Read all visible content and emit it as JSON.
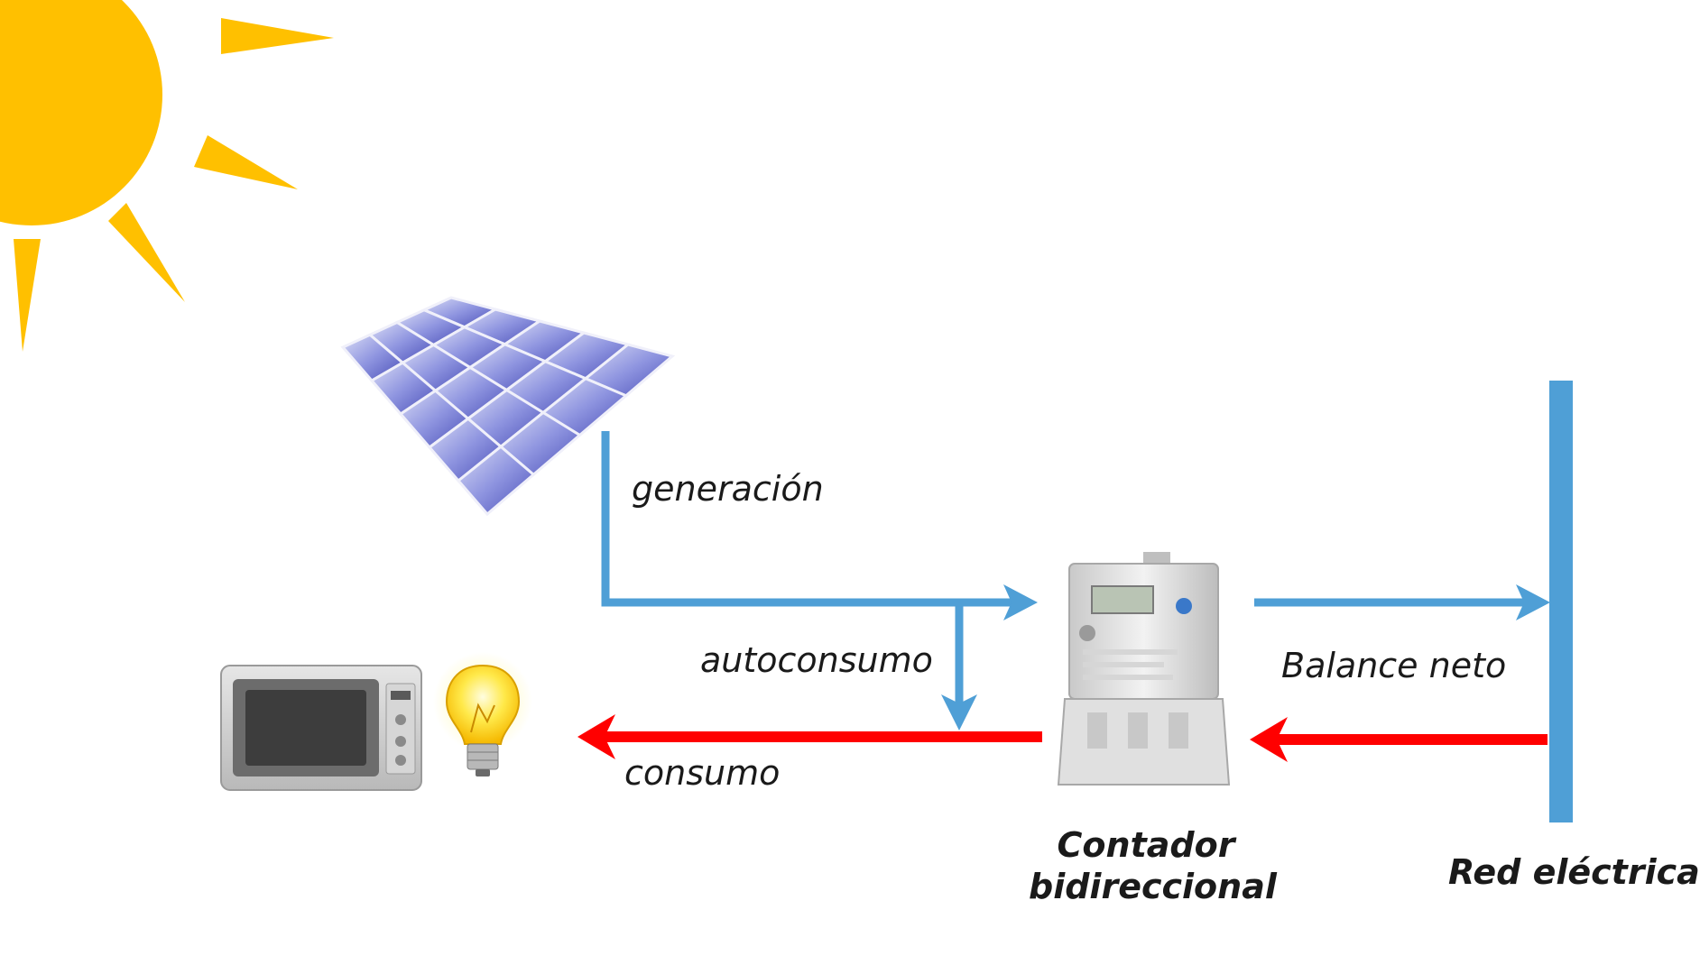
{
  "labels": {
    "generacion": "generación",
    "autoconsumo": "autoconsumo",
    "consumo": "consumo",
    "balance_neto": "Balance neto",
    "contador_line1": "Contador",
    "contador_line2": "bidireccional",
    "red_electrica": "Red eléctrica"
  },
  "colors": {
    "sun": "#FFC000",
    "blue_flow": "#4F9FD6",
    "red_flow": "#FF0000",
    "panel": "#5A5FC8",
    "grid_bar": "#4F9FD6"
  }
}
